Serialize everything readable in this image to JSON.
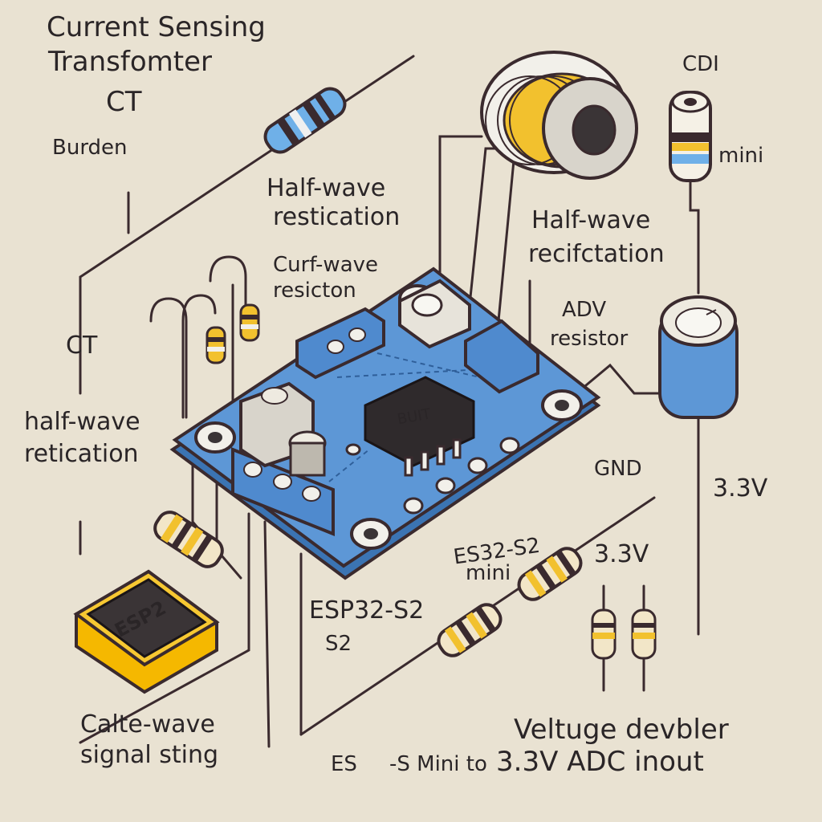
{
  "colors": {
    "background": "#e9e2d2",
    "pcb": "#5d97d6",
    "pcb_edge": "#3b74b3",
    "outline": "#3a2a2e",
    "coil_copper": "#f2c12e",
    "module_yellow": "#f5b800",
    "resistor_blue": "#6fb0e8"
  },
  "labels": {
    "title_line1": "Current Sensing",
    "title_line2": "Transfomter",
    "title_line3": "CT",
    "burden": "Burden",
    "half_wave_1_line1": "Half-wave",
    "half_wave_1_line2": "restication",
    "curf_wave_line1": "Curf-wave",
    "curf_wave_line2": "resicton",
    "ct_left": "CT",
    "half_wave_left_line1": "half-wave",
    "half_wave_left_line2": "retication",
    "cdi": "CDI",
    "mini_right": "mini",
    "half_wave_right_line1": "Half-wave",
    "half_wave_right_line2": "recifctation",
    "adv_line1": "ADV",
    "adv_line2": "resistor",
    "gnd": "GND",
    "v33_right": "3.3V",
    "v33_divider": "3.3V",
    "es32_line1": "ES32-S2",
    "es32_line2": "mini",
    "chip_marking": "BUIT",
    "esp32_line1": "ESP32-S2",
    "esp32_line2": "S2",
    "module_marking": "ESP2",
    "calte_line1": "Calte-wave",
    "calte_line2": "signal sting",
    "veltuge": "Veltuge devbler",
    "footer_prefix": "ES",
    "footer_suffix": "-S Mini to",
    "footer_adc": "3.3V ADC inout"
  }
}
